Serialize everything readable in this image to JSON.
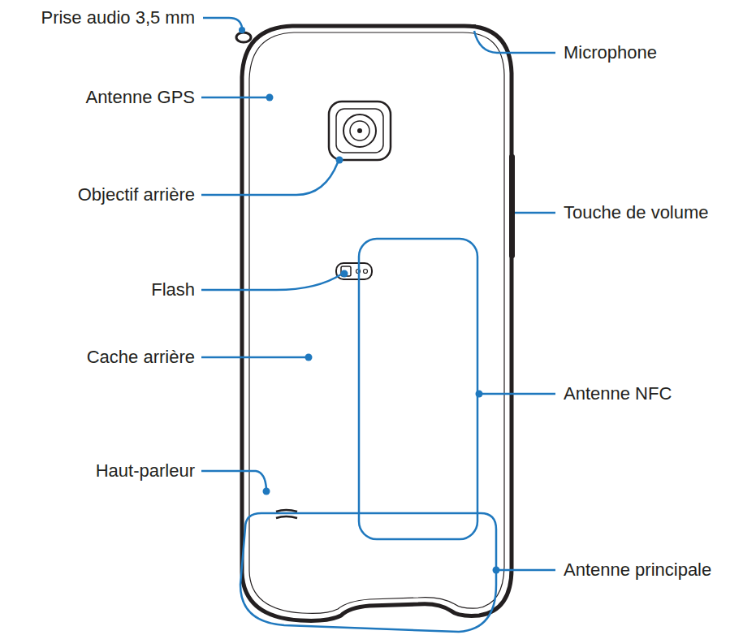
{
  "diagram": {
    "labels": [
      "Prise audio 3,5 mm",
      "Antenne GPS",
      "Objectif arrière",
      "Flash",
      "Cache arrière",
      "Haut-parleur",
      "Microphone",
      "Touche de volume",
      "Antenne NFC",
      "Antenne principale"
    ]
  }
}
